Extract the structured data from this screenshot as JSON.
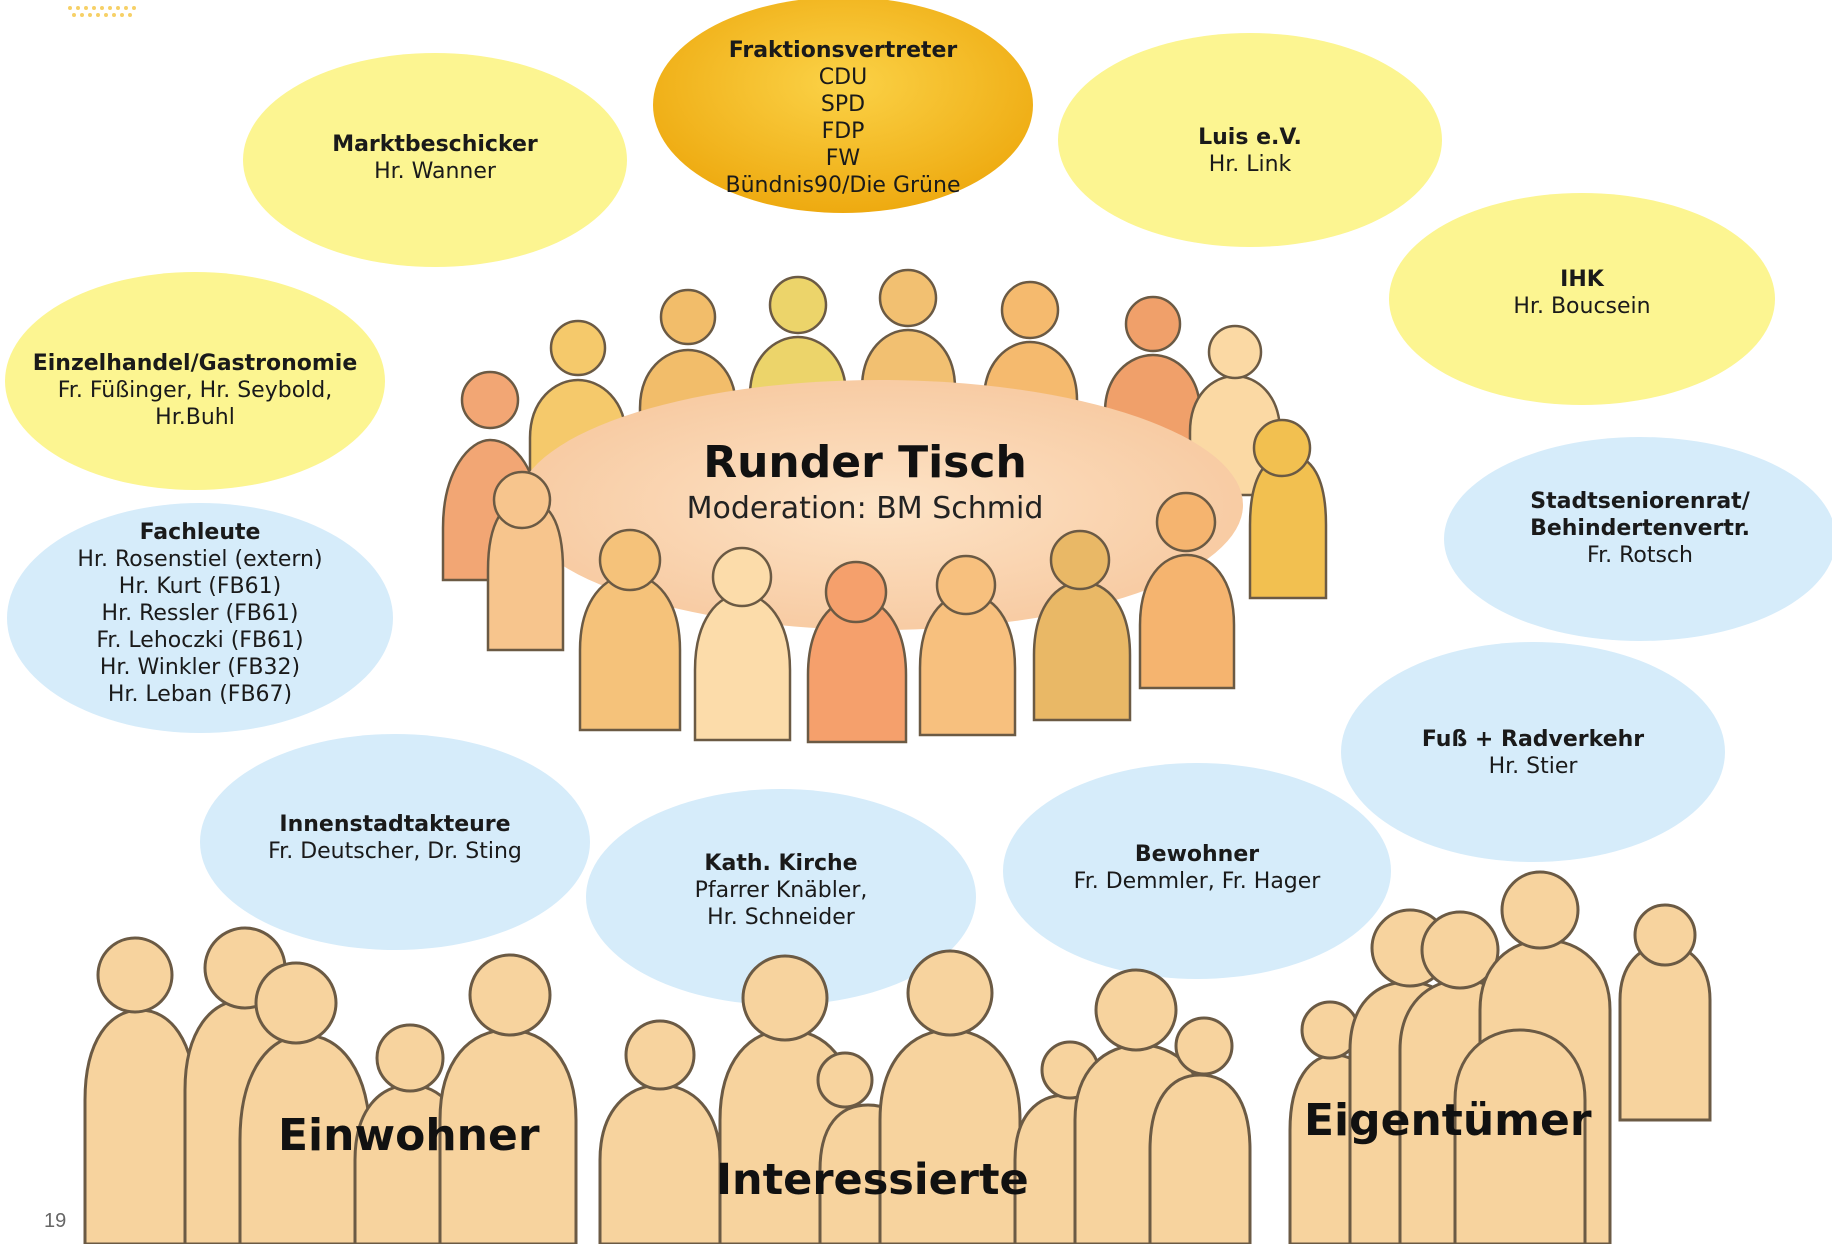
{
  "bubbles": [
    {
      "title": "Fraktionsvertreter",
      "lines": [
        "CDU",
        "SPD",
        "FDP",
        "FW",
        "Bündnis90/Die Grüne"
      ]
    },
    {
      "title": "Marktbeschicker",
      "lines": [
        "Hr. Wanner"
      ]
    },
    {
      "title": "Luis e.V.",
      "lines": [
        "Hr. Link"
      ]
    },
    {
      "title": "IHK",
      "lines": [
        "Hr. Boucsein"
      ]
    },
    {
      "title": "Einzelhandel/Gastronomie",
      "lines": [
        "Fr. Füßinger, Hr. Seybold,",
        "Hr.Buhl"
      ]
    },
    {
      "title": "Fachleute",
      "lines": [
        "Hr. Rosenstiel (extern)",
        "Hr. Kurt (FB61)",
        "Hr. Ressler (FB61)",
        "Fr. Lehoczki (FB61)",
        "Hr. Winkler (FB32)",
        "Hr. Leban (FB67)"
      ]
    },
    {
      "title": "Stadtseniorenrat/ Behindertenvertr.",
      "lines": [
        "Fr. Rotsch"
      ]
    },
    {
      "title": "Fuß + Radverkehr",
      "lines": [
        "Hr. Stier"
      ]
    },
    {
      "title": "Innenstadtakteure",
      "lines": [
        "Fr. Deutscher, Dr. Sting"
      ]
    },
    {
      "title": "Kath. Kirche",
      "lines": [
        "Pfarrer Knäbler,",
        "Hr. Schneider"
      ]
    },
    {
      "title": "Bewohner",
      "lines": [
        "Fr. Demmler, Fr. Hager"
      ]
    }
  ],
  "center": {
    "title": "Runder Tisch",
    "subtitle": "Moderation: BM Schmid"
  },
  "crowd": {
    "left": "Einwohner",
    "middle": "Interessierte",
    "right": "Eigentümer"
  },
  "page_number": "19",
  "colors": {
    "yellow_bubble": "#fcf591",
    "gold_bubble": "#f2b91c",
    "blue_bubble": "#d6ecfa",
    "table": "#fad5b0",
    "crowd_person": "#f7d39e"
  }
}
